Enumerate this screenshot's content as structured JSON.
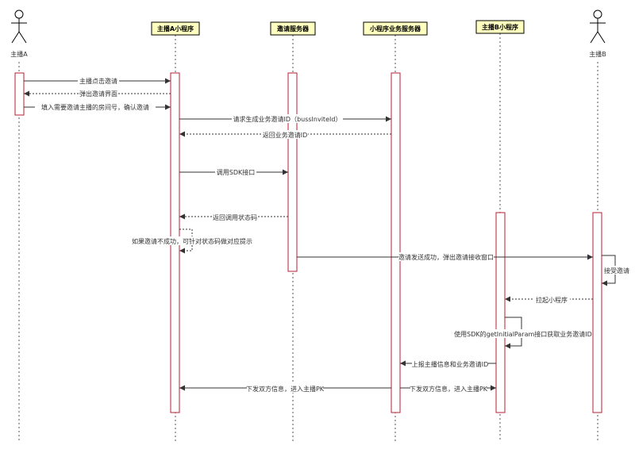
{
  "colors": {
    "participant_fill": "#FFFFC0",
    "participant_border": "#000000",
    "activation_fill": "#FFFFFF",
    "activation_border": "#B81D33",
    "line": "#333333"
  },
  "participants": [
    {
      "id": "actorA",
      "kind": "actor",
      "label": "主播A"
    },
    {
      "id": "appA",
      "kind": "box",
      "label": "主播A小程序"
    },
    {
      "id": "invite",
      "kind": "box",
      "label": "邀请服务器"
    },
    {
      "id": "biz",
      "kind": "box",
      "label": "小程序业务服务器"
    },
    {
      "id": "appB",
      "kind": "box",
      "label": "主播B小程序"
    },
    {
      "id": "actorB",
      "kind": "actor",
      "label": "主播B"
    }
  ],
  "messages": [
    {
      "id": "m1",
      "label": "主播点击邀请"
    },
    {
      "id": "m2",
      "label": "弹出邀请界面"
    },
    {
      "id": "m3",
      "label": "填入需要邀请主播的房间号，确认邀请"
    },
    {
      "id": "m4",
      "label": "请求生成业务邀请ID（bussInviteId）"
    },
    {
      "id": "m5",
      "label": "返回业务邀请ID"
    },
    {
      "id": "m6",
      "label": "调用SDK接口"
    },
    {
      "id": "m7",
      "label": "返回调用状态码"
    },
    {
      "id": "m8",
      "label": "如果邀请不成功，可针对状态码做对应提示"
    },
    {
      "id": "m9",
      "label": "邀请发送成功，弹出邀请接收窗口"
    },
    {
      "id": "m10",
      "label": "接受邀请"
    },
    {
      "id": "m11",
      "label": "拉起小程序"
    },
    {
      "id": "m12",
      "label": "使用SDK的getInitialParam接口获取业务邀请ID"
    },
    {
      "id": "m13",
      "label": "上报主播信息和业务邀请ID"
    },
    {
      "id": "m14",
      "label": "下发双方信息，进入主播PK"
    },
    {
      "id": "m15",
      "label": "下发双方信息，进入主播PK"
    }
  ]
}
